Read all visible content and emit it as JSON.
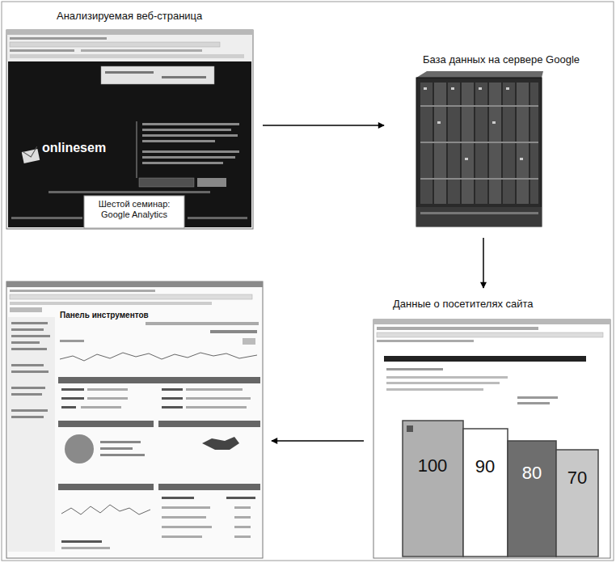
{
  "diagram": {
    "nodes": [
      {
        "text": [
          "Анализируемая веб-страница",
          "onlinesem",
          "Шестой семинар: Google Analytics"
        ]
      },
      {
        "text": [
          "База данных на сервере Google"
        ]
      },
      {
        "text": [
          "Данные о посетителях сайта"
        ]
      },
      {
        "text": [
          "Панель инструментов"
        ]
      }
    ],
    "edges": [
      {
        "from": 0,
        "to": 1,
        "arrow": "to"
      },
      {
        "from": 1,
        "to": 2,
        "arrow": "to"
      },
      {
        "from": 2,
        "to": 3,
        "arrow": "to"
      }
    ],
    "labels": [
      "100",
      "90",
      "80",
      "70"
    ]
  }
}
